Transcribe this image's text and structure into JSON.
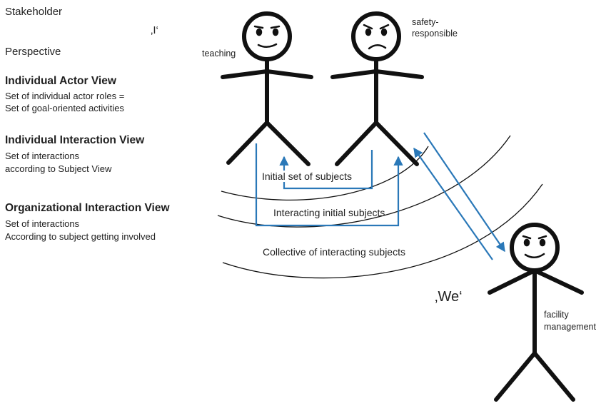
{
  "left_panel": {
    "stakeholder": "Stakeholder",
    "i_quote": "‚I‘",
    "perspective": "Perspective",
    "sections": [
      {
        "title": "Individual Actor View",
        "lines": [
          "Set of individual actor roles =",
          "Set of goal-oriented activities"
        ]
      },
      {
        "title": "Individual Interaction View",
        "lines": [
          "Set of interactions",
          "according to Subject View"
        ]
      },
      {
        "title": "Organizational Interaction View",
        "lines": [
          "Set of interactions",
          "According to subject getting involved"
        ]
      }
    ]
  },
  "figures": {
    "teaching": "teaching",
    "safety": [
      "safety-",
      "responsible"
    ],
    "facility": [
      "facility",
      "management"
    ]
  },
  "arc_labels": {
    "inner": "Initial set of subjects",
    "middle": "Interacting initial subjects",
    "outer": "Collective of interacting subjects"
  },
  "we_quote": "‚We‘",
  "colors": {
    "arrow": "#2a78b8",
    "line": "#111111"
  }
}
